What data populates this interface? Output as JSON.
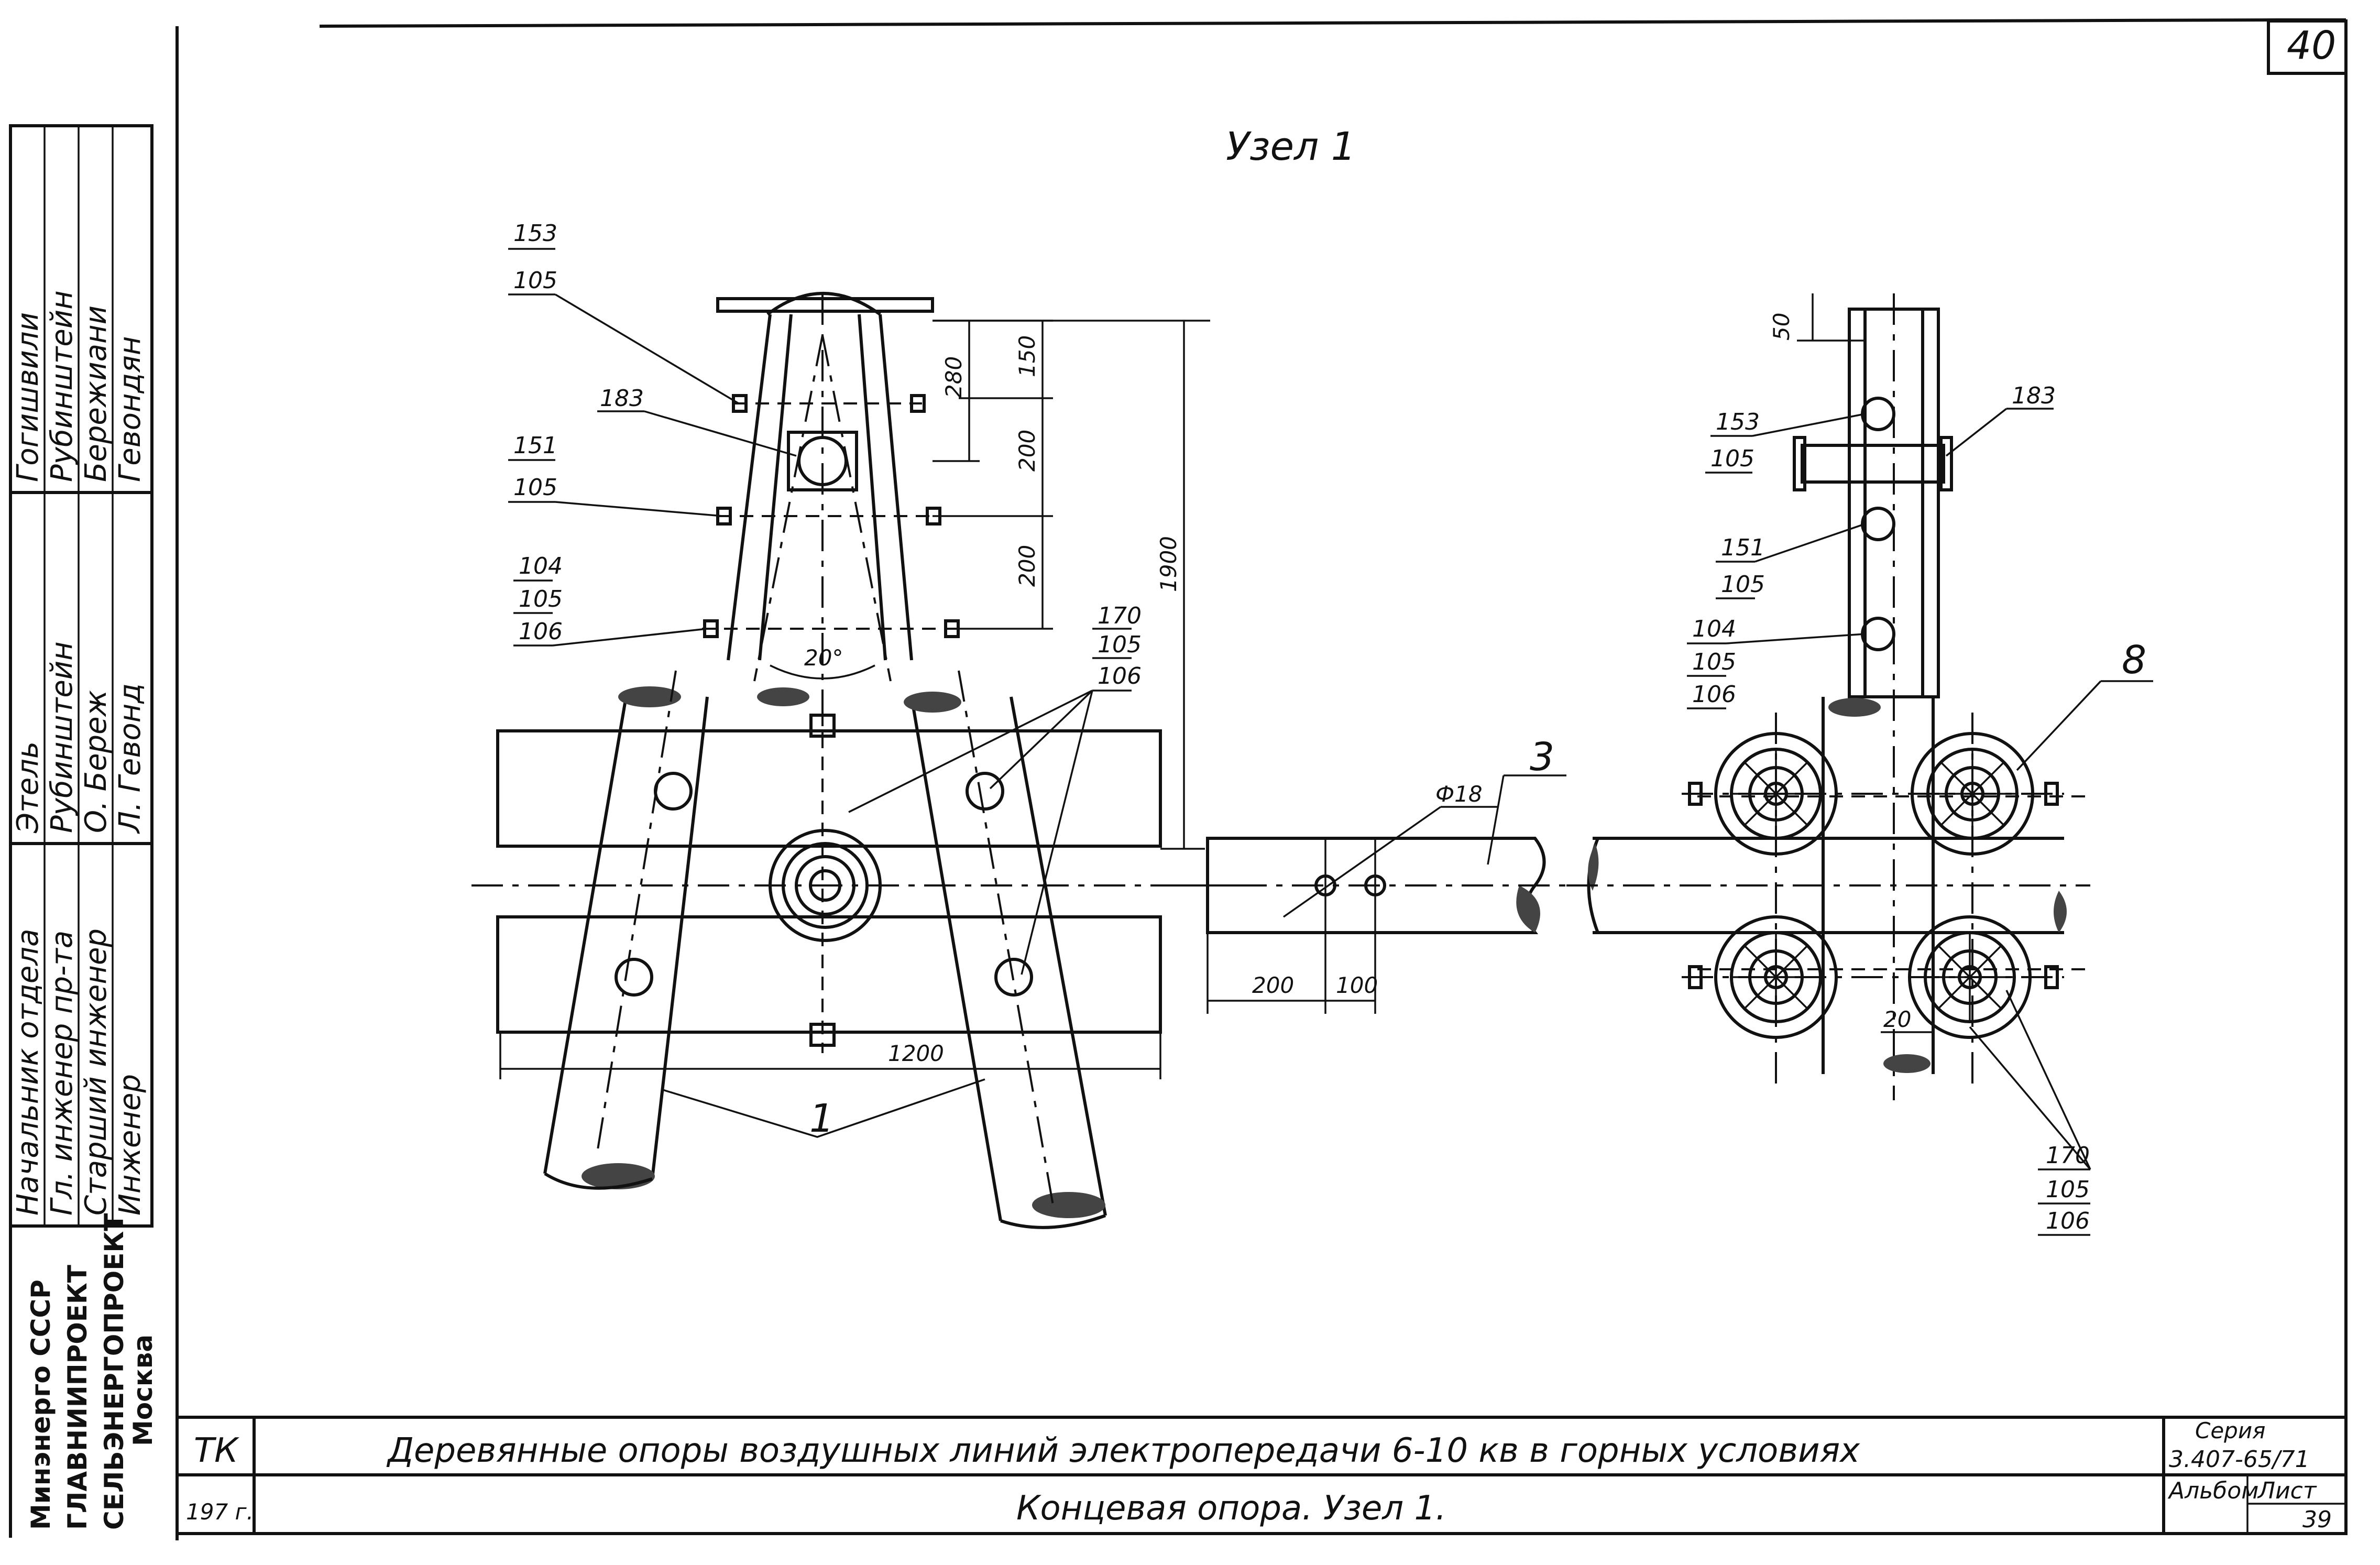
{
  "sheet": {
    "page_number": "40",
    "view_title": "Узел 1"
  },
  "title_block": {
    "tk_label": "ТК",
    "year": "197 г.",
    "main_title": "Деревянные опоры воздушных линий электропередачи 6-10 кв в горных условиях",
    "subtitle": "Концевая опора. Узел 1.",
    "series_label": "Серия",
    "series_value": "3.407-65/71",
    "album_label": "Альбом",
    "sheet_label": "Лист",
    "sheet_value": "39"
  },
  "side_stamp": {
    "roles": [
      "Начальник отдела",
      "Гл. инженер пр-та",
      "Старший инженер",
      "Инженер"
    ],
    "names": [
      "Гогишвили",
      "Рубинштейн",
      "Бережиани",
      "Гевондян"
    ],
    "signatures": [
      "Этель",
      "Рубинштейн",
      "О. Береж",
      "Л. Гевонд"
    ],
    "org": [
      "Минэнерго СССР",
      "ГЛАВНИИПРОЕКТ",
      "СЕЛЬЭНЕРГОПРОЕКТ",
      "Москва"
    ]
  },
  "left_view": {
    "callouts": [
      "153",
      "105",
      "183",
      "151",
      "105",
      "104",
      "105",
      "106",
      "170",
      "105",
      "106"
    ],
    "dims": [
      "150",
      "280",
      "200",
      "200",
      "1900",
      "1200"
    ],
    "angle": "20°",
    "part": "1"
  },
  "middle_view": {
    "dims": [
      "200",
      "100"
    ],
    "hole": "Ф18",
    "part": "3"
  },
  "right_view": {
    "callouts": [
      "153",
      "105",
      "183",
      "151",
      "105",
      "104",
      "105",
      "106",
      "8",
      "170",
      "105",
      "106"
    ],
    "dims": [
      "50",
      "20"
    ]
  },
  "colors": {
    "ink": "#111111",
    "paper": "#ffffff"
  }
}
